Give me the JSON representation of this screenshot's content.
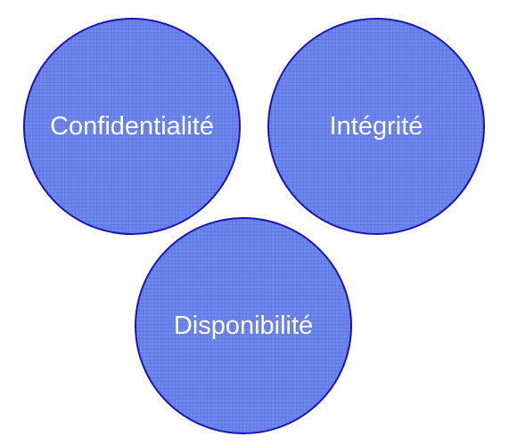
{
  "diagram": {
    "colors": {
      "fill": "#6f88ee",
      "stroke": "#1a14b8",
      "grid": "#4f68d6",
      "label": "#ffffff",
      "background": "#ffffff"
    },
    "circles": [
      {
        "id": "confidentialite",
        "label": "Confidentialité"
      },
      {
        "id": "integrite",
        "label": "Intégrité"
      },
      {
        "id": "disponibilite",
        "label": "Disponibilité"
      }
    ]
  }
}
